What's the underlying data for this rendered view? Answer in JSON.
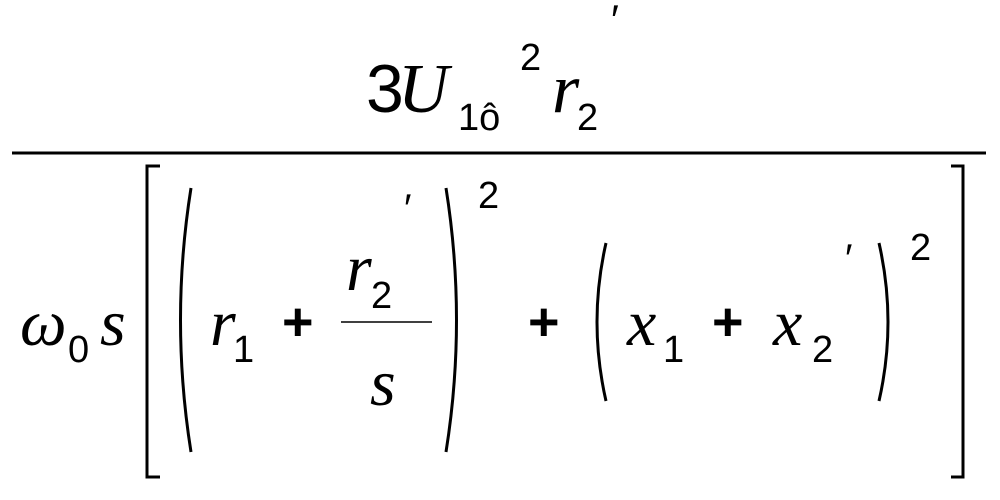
{
  "numerator": {
    "coefficient": "3",
    "variable": "U",
    "subscript": "1ô",
    "exponent": "2",
    "r": "r",
    "r_subscript": "2",
    "prime": "′"
  },
  "denominator": {
    "omega": "ω",
    "omega_subscript": "0",
    "s": "s",
    "r1": "r",
    "r1_subscript": "1",
    "plus1": "+",
    "frac_r": "r",
    "frac_r_subscript": "2",
    "frac_prime": "′",
    "frac_s": "s",
    "exponent1": "2",
    "plus2": "+",
    "x1": "x",
    "x1_subscript": "1",
    "plus3": "+",
    "x2": "x",
    "x2_subscript": "2",
    "x2_prime": "′",
    "exponent2": "2"
  }
}
